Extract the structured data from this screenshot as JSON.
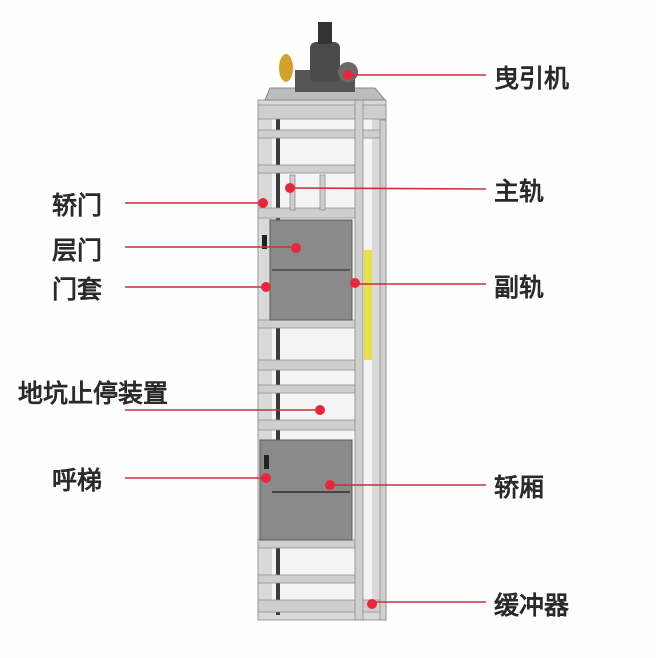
{
  "labels": {
    "traction_machine": "曳引机",
    "main_rail": "主轨",
    "car_door": "轿门",
    "landing_door": "层门",
    "auxiliary_rail": "副轨",
    "door_frame": "门套",
    "pit_stop_device": "地坑止停装置",
    "call_button": "呼梯",
    "car": "轿厢",
    "buffer": "缓冲器"
  },
  "colors": {
    "marker": "#e8283a",
    "leader_line": "#c8303a",
    "label_text": "#2a2a2a"
  }
}
